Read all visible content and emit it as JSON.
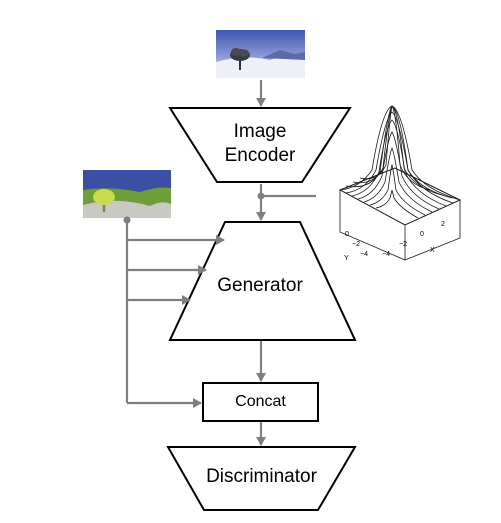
{
  "blocks": {
    "image_encoder": {
      "line1": "Image",
      "line2": "Encoder"
    },
    "generator": {
      "label": "Generator"
    },
    "concat": {
      "label": "Concat"
    },
    "discriminator": {
      "label": "Discriminator"
    }
  },
  "gaussian_plot": {
    "y_axis_label": "Y",
    "x_axis_label": "X",
    "y_ticks": [
      "0",
      "−2",
      "−4"
    ],
    "x_ticks": [
      "−4",
      "−2",
      "0",
      "2"
    ]
  },
  "images": {
    "input_photo": "winter-tree-photo",
    "semantic_map": "segmentation-map"
  },
  "colors": {
    "arrow": "#7f7f7f",
    "sky_photo": "#4a5da8",
    "seg_sky": "#3d4ea5",
    "seg_grass": "#6e9e3a",
    "seg_ground": "#c9c9c4",
    "seg_tree": "#c7dc4f"
  }
}
